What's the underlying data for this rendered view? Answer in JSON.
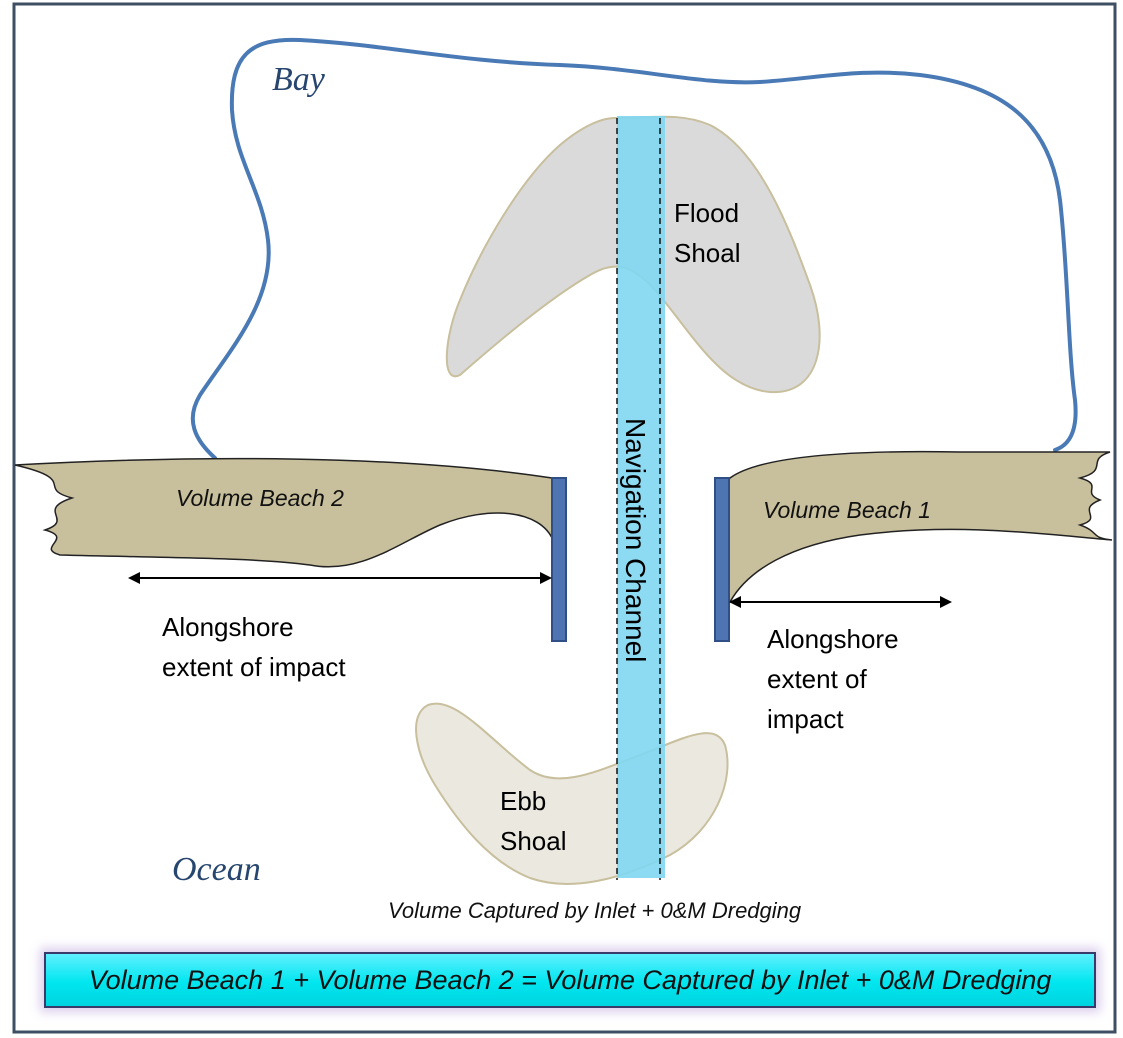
{
  "labels": {
    "bay": "Bay",
    "ocean": "Ocean",
    "flood_shoal_1": "Flood",
    "flood_shoal_2": "Shoal",
    "ebb_shoal_1": "Ebb",
    "ebb_shoal_2": "Shoal",
    "navigation_channel": "Navigation Channel",
    "volume_beach_2": "Volume Beach 2",
    "volume_beach_1": "Volume Beach 1",
    "alongshore_left_1": "Alongshore",
    "alongshore_left_2": "extent of impact",
    "alongshore_right_1": "Alongshore",
    "alongshore_right_2": "extent of",
    "alongshore_right_3": "impact",
    "captured_caption": "Volume Captured by Inlet + 0&M Dredging"
  },
  "equation": "Volume Beach 1 + Volume Beach 2 = Volume Captured by Inlet + 0&M Dredging",
  "colors": {
    "bay_outline": "#4a7ab5",
    "beach_fill": "#c8bf9d",
    "flood_shoal_fill": "#dadada",
    "ebb_shoal_fill": "#ebe8df",
    "channel_fill": "#7fd7f2",
    "jetty_fill": "#4f74b2",
    "equation_box": "#00e6ef"
  }
}
